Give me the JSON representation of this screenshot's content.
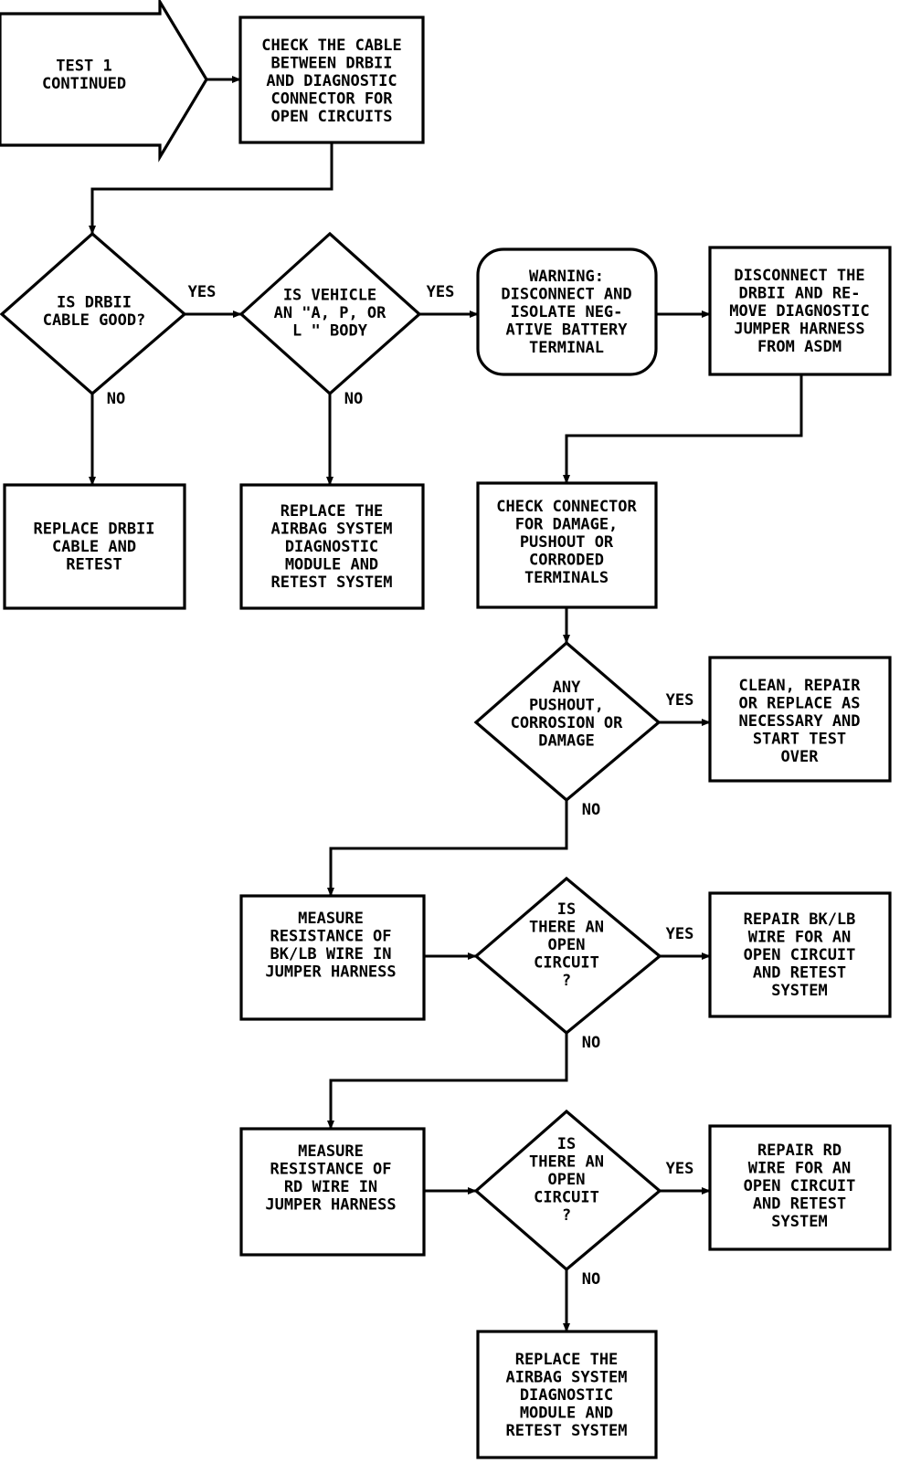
{
  "flowchart": {
    "start": {
      "lines": [
        "TEST 1",
        "CONTINUED"
      ]
    },
    "check_cable": {
      "lines": [
        "CHECK THE CABLE",
        "BETWEEN DRBII",
        "AND DIAGNOSTIC",
        "CONNECTOR FOR",
        "OPEN CIRCUITS"
      ]
    },
    "q_drb_cable_good": {
      "lines": [
        "IS DRBII",
        "CABLE GOOD?"
      ]
    },
    "replace_drb_cable": {
      "lines": [
        "REPLACE DRBII",
        "CABLE AND",
        "RETEST"
      ]
    },
    "q_vehicle_body": {
      "lines": [
        "IS VEHICLE",
        "AN \"A, P, OR",
        "L \" BODY"
      ]
    },
    "replace_module_1": {
      "lines": [
        "REPLACE THE",
        "AIRBAG SYSTEM",
        "DIAGNOSTIC",
        "MODULE AND",
        "RETEST SYSTEM"
      ]
    },
    "warning": {
      "lines": [
        "WARNING:",
        "DISCONNECT AND",
        "ISOLATE NEG-",
        "ATIVE BATTERY",
        "TERMINAL"
      ]
    },
    "disconnect_drb": {
      "lines": [
        "DISCONNECT THE",
        "DRBII AND RE-",
        "MOVE DIAGNOSTIC",
        "JUMPER HARNESS",
        "FROM ASDM"
      ]
    },
    "check_connector": {
      "lines": [
        "CHECK CONNECTOR",
        "FOR DAMAGE,",
        "PUSHOUT OR",
        "CORRODED",
        "TERMINALS"
      ]
    },
    "q_pushout": {
      "lines": [
        "ANY",
        "PUSHOUT,",
        "CORROSION OR",
        "DAMAGE"
      ]
    },
    "clean_repair": {
      "lines": [
        "CLEAN, REPAIR",
        "OR REPLACE AS",
        "NECESSARY AND",
        "START TEST",
        "OVER"
      ]
    },
    "measure_bklb": {
      "lines": [
        "MEASURE",
        "RESISTANCE OF",
        "BK/LB WIRE IN",
        "JUMPER HARNESS"
      ]
    },
    "q_open_1": {
      "lines": [
        "IS",
        "THERE AN",
        "OPEN",
        "CIRCUIT",
        "?"
      ]
    },
    "repair_bklb": {
      "lines": [
        "REPAIR BK/LB",
        "WIRE FOR AN",
        "OPEN CIRCUIT",
        "AND RETEST",
        "SYSTEM"
      ]
    },
    "measure_rd": {
      "lines": [
        "MEASURE",
        "RESISTANCE OF",
        "RD WIRE IN",
        "JUMPER HARNESS"
      ]
    },
    "q_open_2": {
      "lines": [
        "IS",
        "THERE AN",
        "OPEN",
        "CIRCUIT",
        "?"
      ]
    },
    "repair_rd": {
      "lines": [
        "REPAIR RD",
        "WIRE FOR AN",
        "OPEN CIRCUIT",
        "AND RETEST",
        "SYSTEM"
      ]
    },
    "replace_module_2": {
      "lines": [
        "REPLACE THE",
        "AIRBAG SYSTEM",
        "DIAGNOSTIC",
        "MODULE AND",
        "RETEST SYSTEM"
      ]
    }
  },
  "labels": {
    "yes": "YES",
    "no": "NO"
  }
}
